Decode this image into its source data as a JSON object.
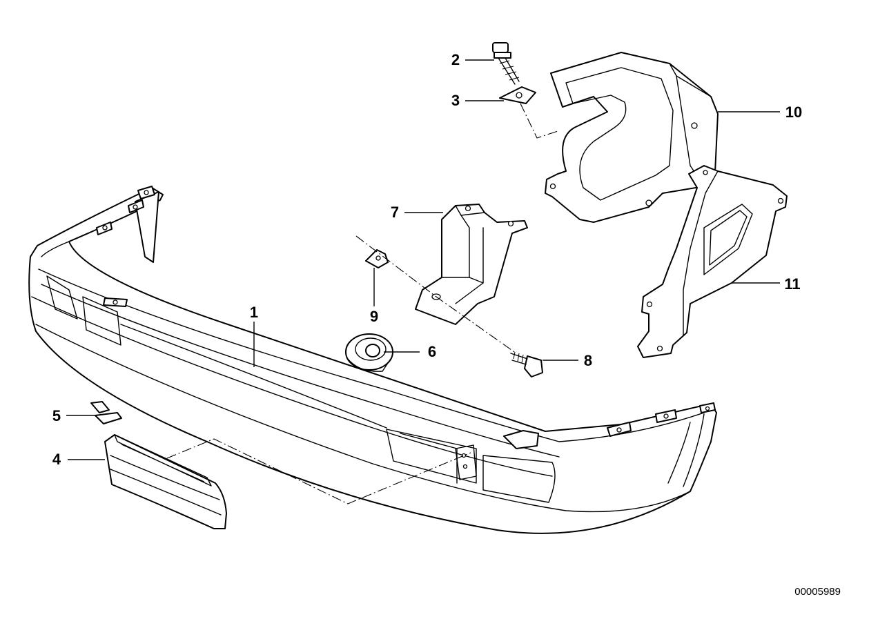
{
  "callouts": {
    "c1": "1",
    "c2": "2",
    "c3": "3",
    "c4": "4",
    "c5": "5",
    "c6": "6",
    "c7": "7",
    "c8": "8",
    "c9": "9",
    "c10": "10",
    "c11": "11"
  },
  "document_number": "00005989"
}
